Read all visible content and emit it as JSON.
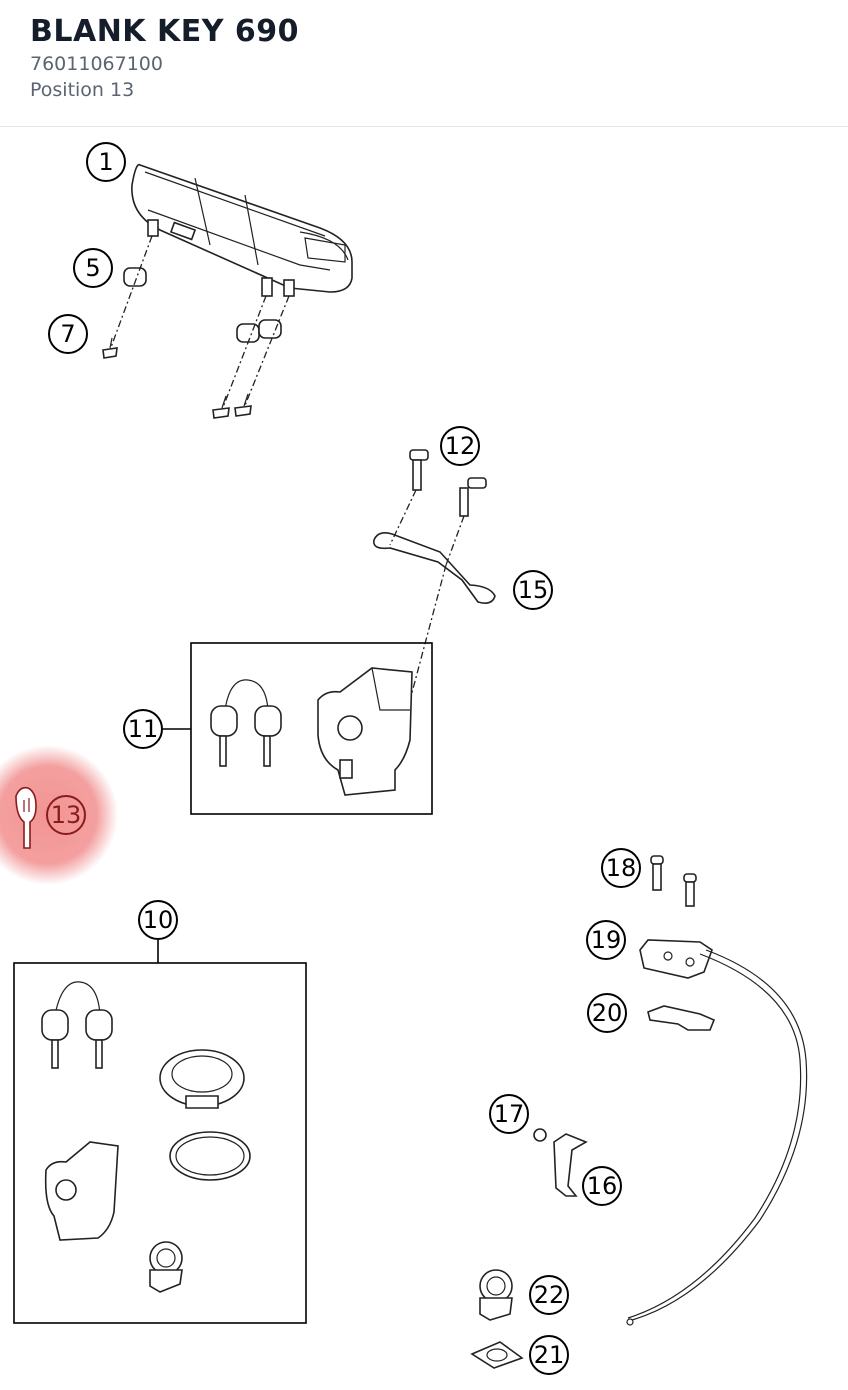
{
  "part": {
    "name": "BLANK KEY 690",
    "number": "76011067100",
    "position": "Position 13"
  },
  "diagram": {
    "highlight_color": "#f08080",
    "selected_callout": "13",
    "callouts": [
      "1",
      "5",
      "7",
      "12",
      "15",
      "11",
      "13",
      "10",
      "18",
      "19",
      "20",
      "17",
      "16",
      "22",
      "21"
    ]
  },
  "colors": {
    "title": "#151d2b",
    "subtext": "#5b6472",
    "highlight": "#f08080",
    "active_label": "#8a1b1b"
  }
}
